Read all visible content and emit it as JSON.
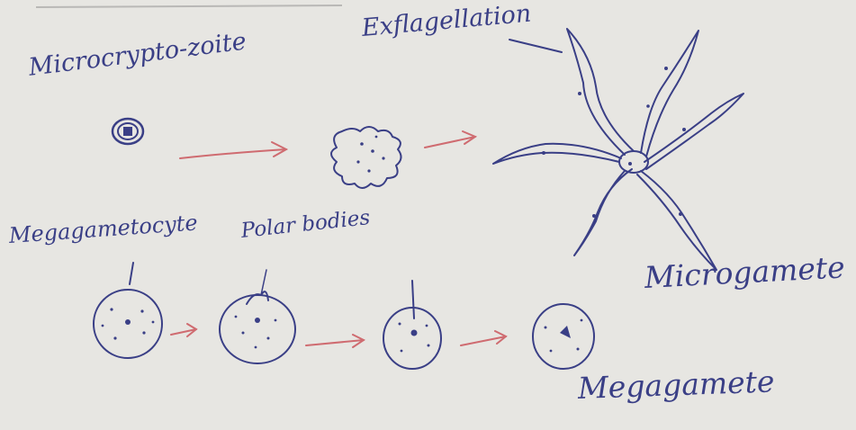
{
  "labels": {
    "microcryptozoite": "Microcrypto-zoite",
    "exflagellation": "Exflagellation",
    "megagametocyte": "Megagametocyte",
    "polar_bodies": "Polar bodies",
    "microgamete": "Microgamete",
    "megagamete": "Megagamete"
  },
  "colors": {
    "ink": "#3a3f86",
    "arrow": "#cf6b70",
    "paper": "#e7e6e2"
  }
}
